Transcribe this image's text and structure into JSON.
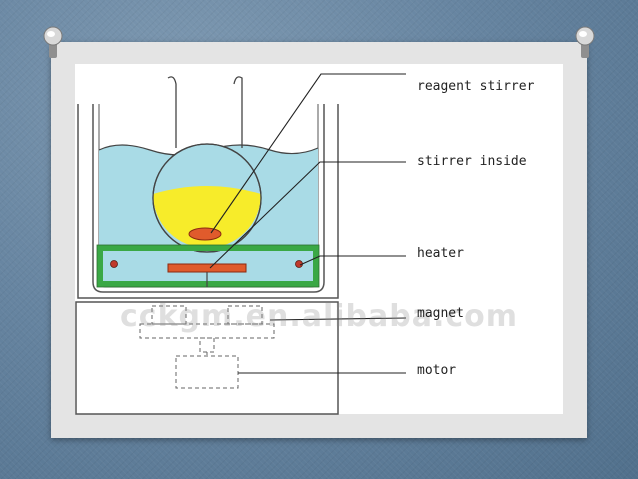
{
  "diagram": {
    "labels": {
      "reagent_stirrer": "reagent stirrer",
      "stirrer_inside": "stirrer inside",
      "heater": "heater",
      "magnet": "magnet",
      "motor": "motor"
    },
    "watermark": "cckgm.en.alibaba.com",
    "colors": {
      "water": "#a9dbe6",
      "flask_liquid": "#f7ec2a",
      "heater_frame": "#3aa845",
      "stirrer_bar": "#e05b2c",
      "outline": "#555555"
    }
  }
}
